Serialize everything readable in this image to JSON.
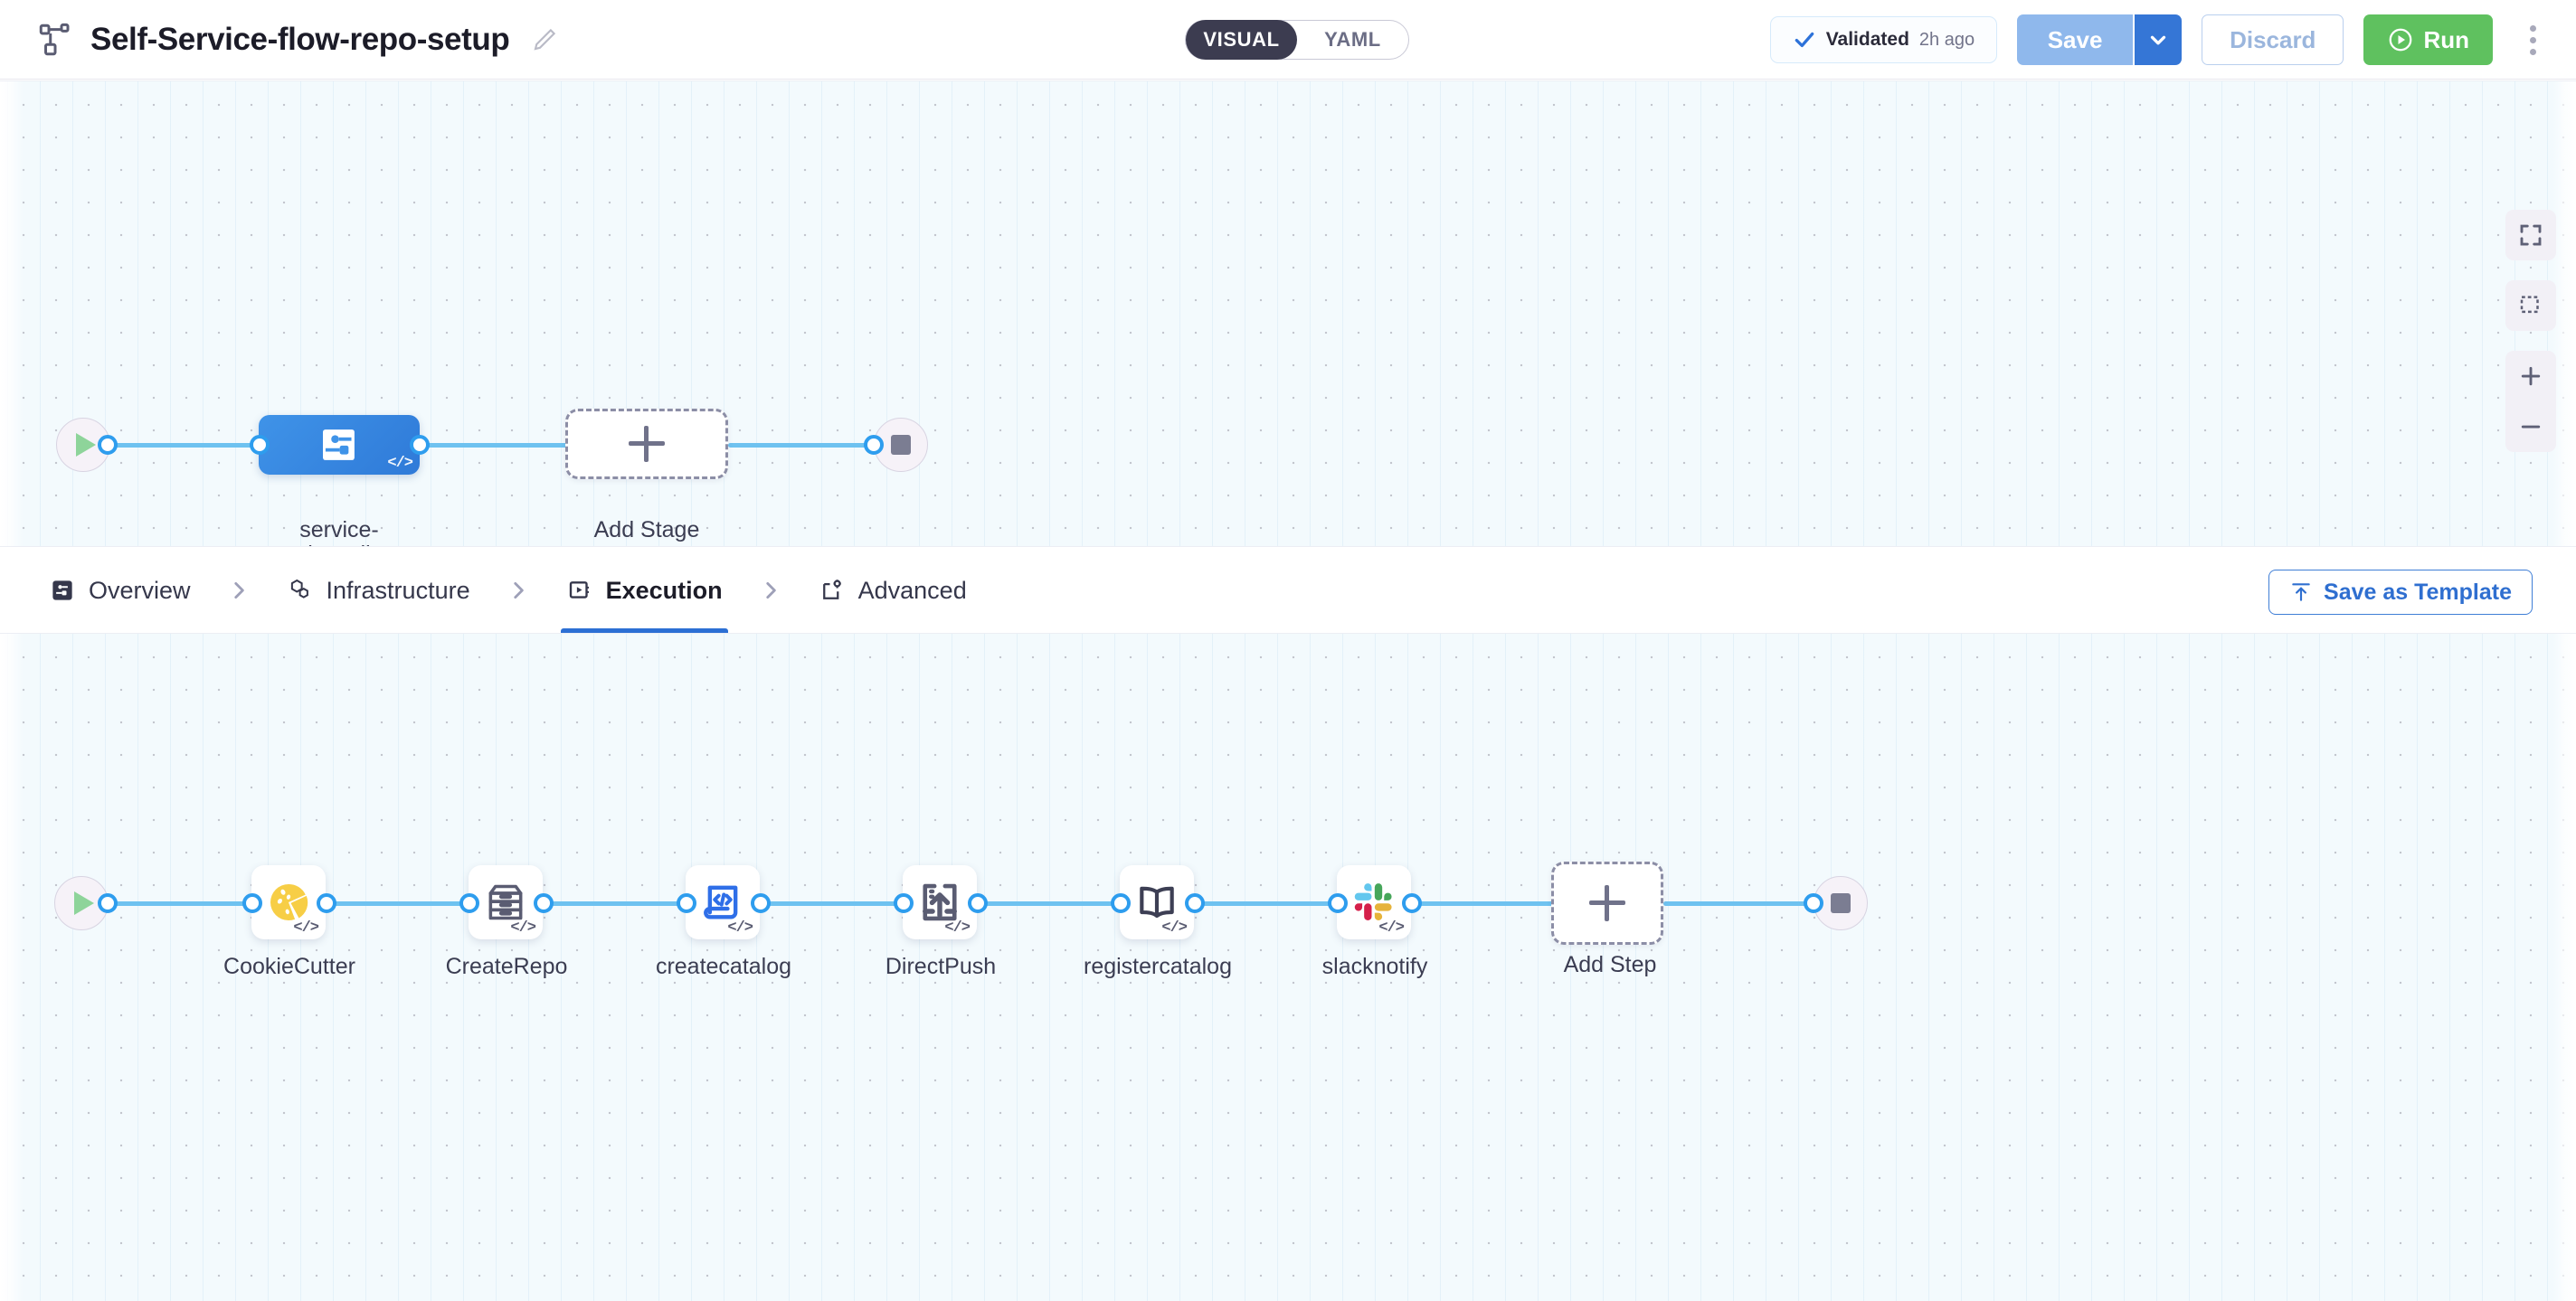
{
  "header": {
    "pipeline_icon": "pipeline-flow-icon",
    "title": "Self-Service-flow-repo-setup",
    "edit_icon": "pencil-edit-icon",
    "mode_toggle": {
      "options": [
        {
          "label": "VISUAL",
          "active": true
        },
        {
          "label": "YAML",
          "active": false
        }
      ]
    },
    "validated": {
      "icon": "check-icon",
      "label": "Validated",
      "time": "2h ago"
    },
    "save_label": "Save",
    "save_caret_icon": "chevron-down-icon",
    "discard_label": "Discard",
    "run_label": "Run",
    "run_icon": "play-circle-icon",
    "more_icon": "kebab-menu-icon",
    "colors": {
      "save_bg": "#8fb8ec",
      "save_caret_bg": "#3576d6",
      "run_bg": "#5fc15f",
      "accent_blue": "#2c6fd4",
      "link_blue": "#6ec2f0"
    }
  },
  "stage_canvas": {
    "start_node": {
      "name": "start-node",
      "icon": "play-triangle-icon"
    },
    "end_node": {
      "name": "end-node",
      "icon": "stop-square-icon"
    },
    "stages": [
      {
        "name": "service-onboarding",
        "label": "service-\nonboarding",
        "icon": "pipeline-stage-icon",
        "code_badge": "</>"
      }
    ],
    "add_stage": {
      "label": "Add Stage",
      "icon": "plus-icon"
    }
  },
  "tabbar": {
    "tabs": [
      {
        "label": "Overview",
        "icon": "overview-icon",
        "active": false
      },
      {
        "label": "Infrastructure",
        "icon": "infrastructure-icon",
        "active": false
      },
      {
        "label": "Execution",
        "icon": "execution-icon",
        "active": true
      },
      {
        "label": "Advanced",
        "icon": "advanced-icon",
        "active": false
      }
    ],
    "separator_icon": "chevron-right-icon",
    "save_as_template": {
      "label": "Save as Template",
      "icon": "upload-template-icon"
    }
  },
  "step_canvas": {
    "start_node": {
      "name": "start-node",
      "icon": "play-triangle-icon"
    },
    "end_node": {
      "name": "end-node",
      "icon": "stop-square-icon"
    },
    "steps": [
      {
        "label": "CookieCutter",
        "icon": "cookie-icon",
        "code_badge": "</>"
      },
      {
        "label": "CreateRepo",
        "icon": "archive-drawer-icon",
        "code_badge": "</>"
      },
      {
        "label": "createcatalog",
        "icon": "code-document-icon",
        "code_badge": "</>"
      },
      {
        "label": "DirectPush",
        "icon": "upload-frame-icon",
        "code_badge": "</>"
      },
      {
        "label": "registercatalog",
        "icon": "open-book-icon",
        "code_badge": "</>"
      },
      {
        "label": "slacknotify",
        "icon": "slack-logo-icon",
        "code_badge": "</>"
      }
    ],
    "add_step": {
      "label": "Add Step",
      "icon": "plus-icon"
    }
  },
  "canvas_controls": {
    "fit_screen": "fit-to-screen-icon",
    "marquee_select": "marquee-select-icon",
    "zoom_in": "zoom-in-icon",
    "zoom_out": "zoom-out-icon"
  }
}
